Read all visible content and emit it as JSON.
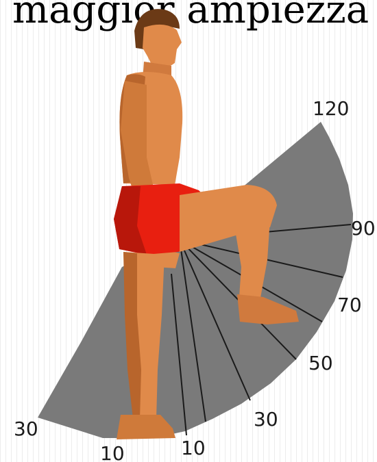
{
  "caption": {
    "text": "maggior ampiezza re"
  },
  "sector": {
    "fill_color": "#7a7a7a",
    "line_color": "#1a1a1a"
  },
  "figure": {
    "skin_color": "#e08a4a",
    "skin_shade": "#b8652c",
    "shorts_color": "#e81f10",
    "hair_color": "#6b3a16"
  },
  "angle_labels": [
    "120",
    "90",
    "70",
    "50",
    "30",
    "10",
    "10",
    "30"
  ]
}
